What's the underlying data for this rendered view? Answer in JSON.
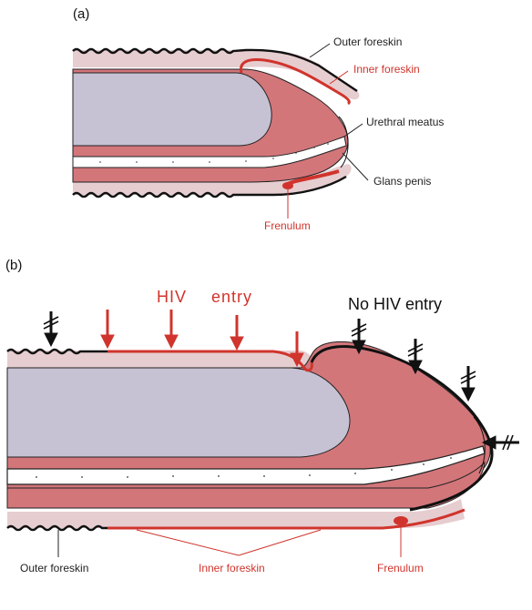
{
  "panel_a": {
    "tag": "(a)",
    "labels": {
      "outer_foreskin": "Outer foreskin",
      "inner_foreskin": "Inner foreskin",
      "urethral_meatus": "Urethral meatus",
      "glans_penis": "Glans penis",
      "frenulum": "Frenulum"
    }
  },
  "panel_b": {
    "tag": "(b)",
    "hiv_word": "HIV",
    "entry_word": "entry",
    "no_hiv_entry": "No HIV entry",
    "labels": {
      "outer_foreskin": "Outer foreskin",
      "inner_foreskin": "Inner foreskin",
      "frenulum": "Frenulum"
    }
  },
  "colors": {
    "tissue": "#d2767a",
    "shaft": "#c6c2d3",
    "inner_red": "#d0342c",
    "outline": "#111111",
    "skin_light": "#ead4d6"
  }
}
